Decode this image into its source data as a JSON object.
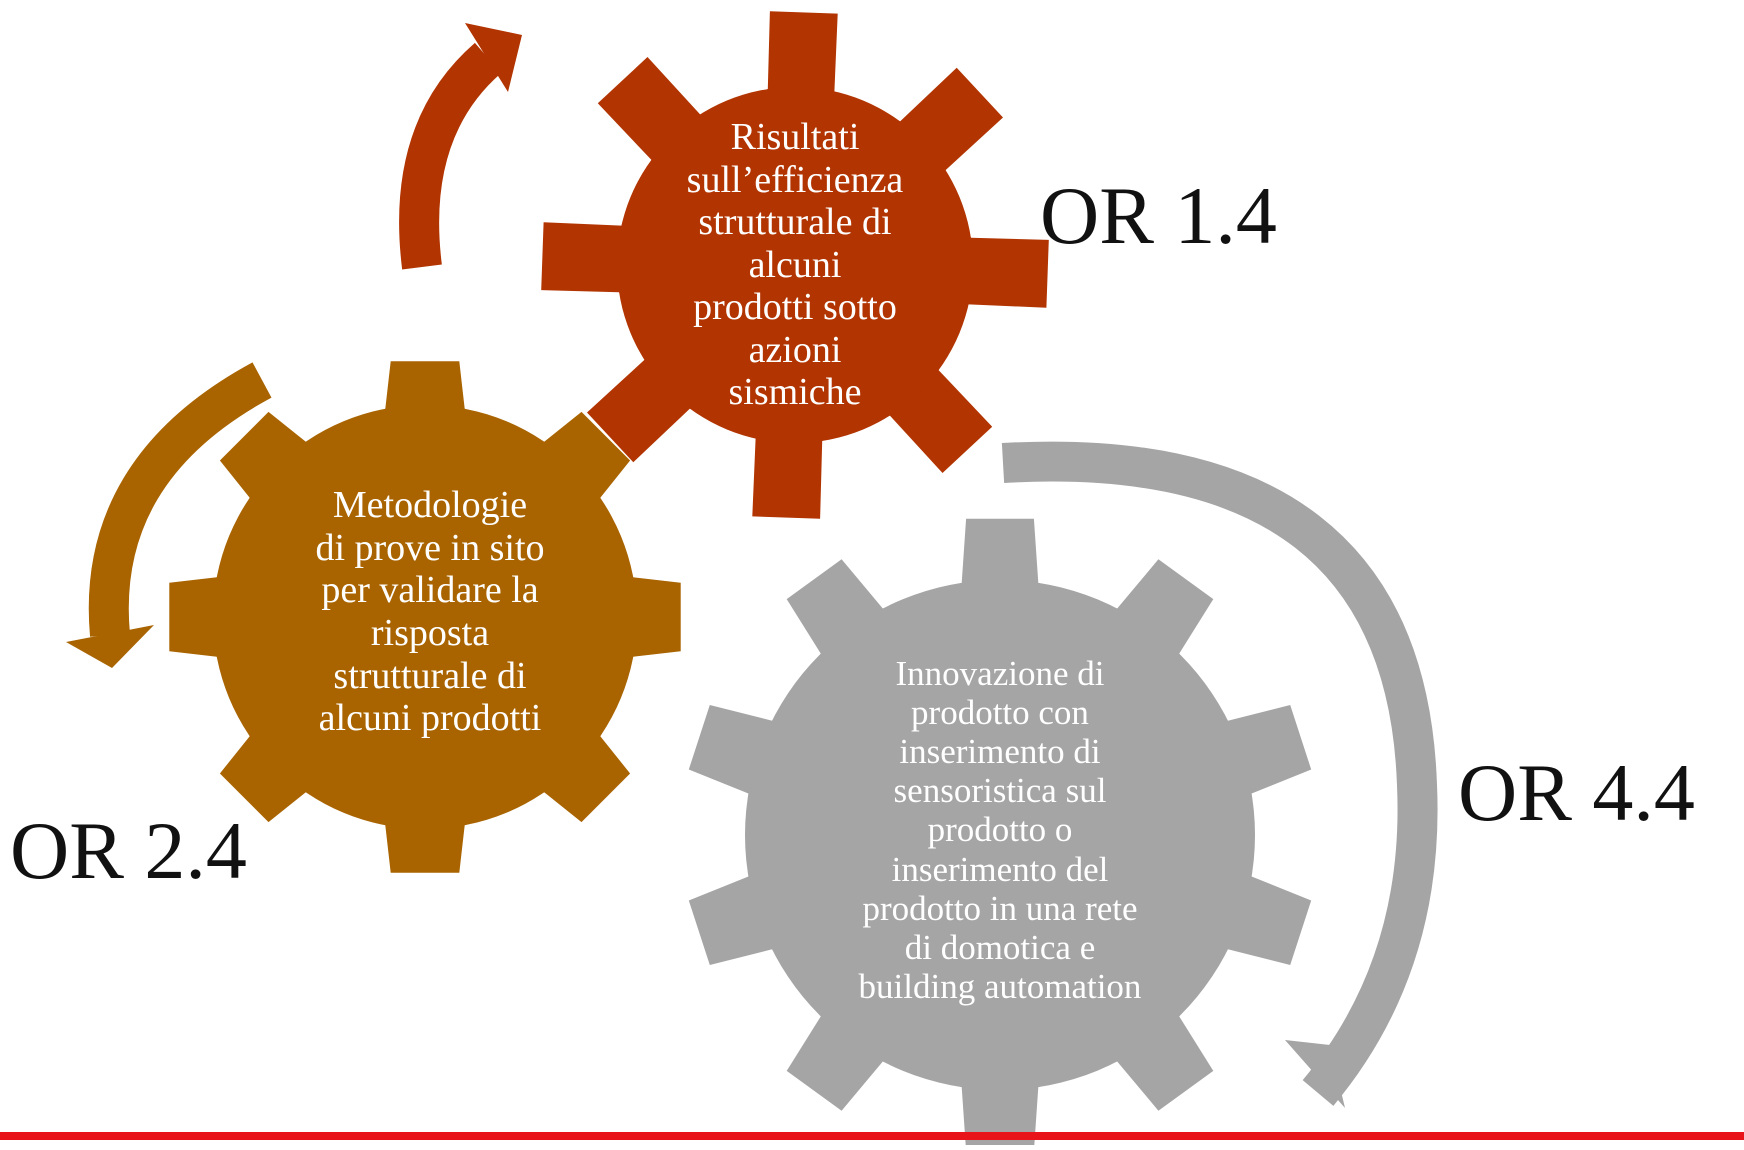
{
  "colors": {
    "gear_top": "#b23400",
    "gear_left": "#a96400",
    "gear_bottom": "#a5a5a5",
    "text_on_gear": "#ffffff",
    "label_text": "#111111",
    "bottom_line": "#e8141a",
    "background": "#ffffff"
  },
  "gears": [
    {
      "id": "top",
      "color_key": "gear_top",
      "text": "Risultati\nsull’efficienza\nstrutturale di\nalcuni\nprodotti sotto\nazioni\nsismiche",
      "or_label": "OR 1.4"
    },
    {
      "id": "left",
      "color_key": "gear_left",
      "text": "Metodologie\ndi prove in sito\nper validare la\nrisposta\nstrutturale di\nalcuni prodotti",
      "or_label": "OR 2.4"
    },
    {
      "id": "bottom",
      "color_key": "gear_bottom",
      "text": "Innovazione di\nprodotto  con\ninserimento di\nsensoristica sul\nprodotto o\ninserimento del\nprodotto in una rete\ndi domotica e\nbuilding automation",
      "or_label": "OR 4.4"
    }
  ],
  "icons": {
    "arrow_top": "curved-arrow-up-right",
    "arrow_left": "curved-arrow-down-left",
    "arrow_right": "curved-arrow-down-clockwise"
  }
}
